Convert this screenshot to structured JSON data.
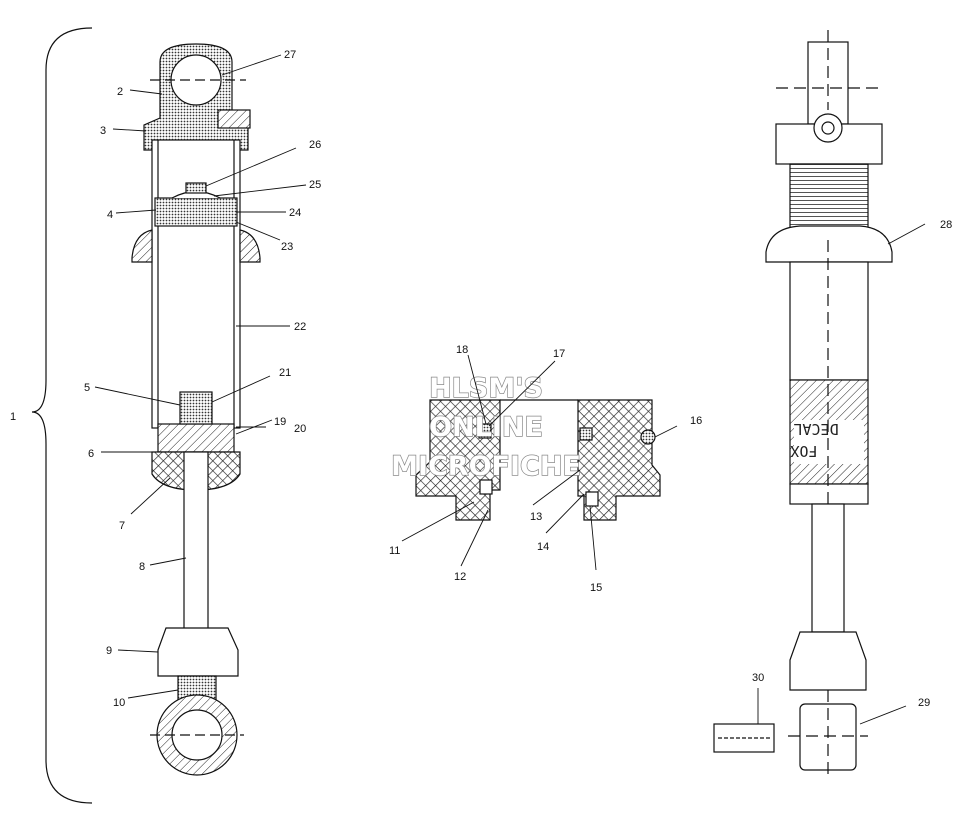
{
  "watermark": {
    "line1": "HLSM'S",
    "line2": "ONLINE",
    "line3": "MICROFICHE"
  },
  "decal": {
    "line1": "DECAL",
    "line2": "FOX"
  },
  "callouts": {
    "c1": "1",
    "c2": "2",
    "c3": "3",
    "c4": "4",
    "c5": "5",
    "c6": "6",
    "c7": "7",
    "c8": "8",
    "c9": "9",
    "c10": "10",
    "c11": "11",
    "c12": "12",
    "c13": "13",
    "c14": "14",
    "c15": "15",
    "c16": "16",
    "c17": "17",
    "c18": "18",
    "c19": "19",
    "c20": "20",
    "c21": "21",
    "c22": "22",
    "c23": "23",
    "c24": "24",
    "c25": "25",
    "c26": "26",
    "c27": "27",
    "c28": "28",
    "c29": "29",
    "c30": "30"
  }
}
